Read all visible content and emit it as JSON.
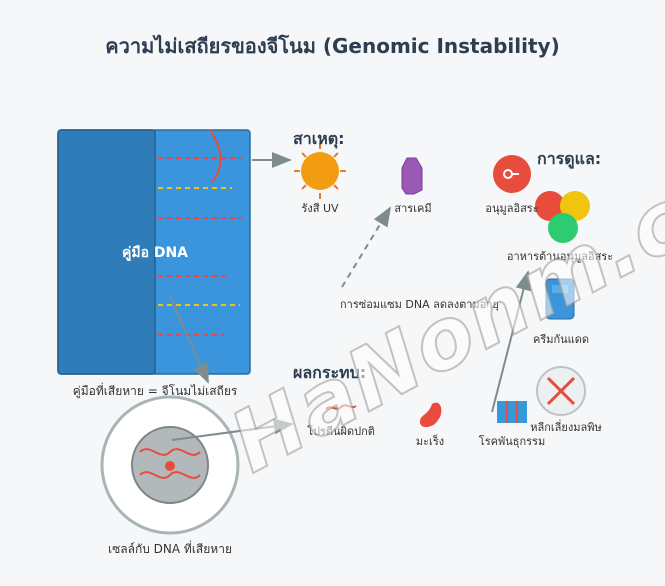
{
  "title": "ความไม่เสถียรของจีโนม (Genomic Instability)",
  "manual": {
    "label": "คู่มือ DNA",
    "caption": "คู่มือที่เสียหาย = จีโนมไม่เสถียร"
  },
  "cell": {
    "caption": "เซลล์กับ DNA ที่เสียหาย"
  },
  "causes": {
    "heading": "สาเหตุ:",
    "uv": "รังสี UV",
    "chemical": "สารเคมี",
    "free_radical": "อนุมูลอิสระ"
  },
  "repair": {
    "label": "การซ่อมแซม DNA ลดลงตามอายุ"
  },
  "care": {
    "heading": "การดูแล:",
    "antioxidant_food": "อาหารต้านอนุมูลอิสระ",
    "sunscreen": "ครีมกันแดด",
    "avoid_pollution": "หลีกเลี่ยงมลพิษ"
  },
  "effects": {
    "heading": "ผลกระทบ:",
    "abnormal_protein": "โปรตีนผิดปกติ",
    "cancer": "มะเร็ง",
    "genetic_disease": "โรคพันธุกรรม"
  },
  "colors": {
    "book_dark": "#2e7cb8",
    "book_light": "#3a95dc",
    "red_line": "#e74c3c",
    "yellow_line": "#f1c40f",
    "arrow": "#7f8c8d",
    "title": "#2c3e50"
  },
  "watermark": "HaNonm.com"
}
